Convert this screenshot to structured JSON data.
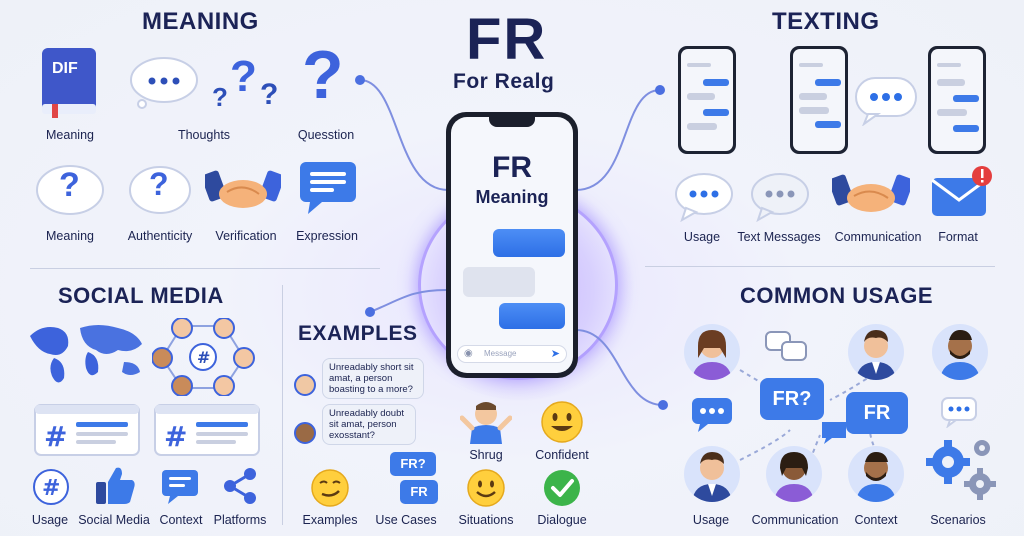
{
  "header": {
    "title": "FR",
    "subtitle": "For Realg"
  },
  "phone": {
    "title": "FR",
    "subtitle": "Meaning",
    "input_placeholder": "Message"
  },
  "meaning": {
    "title": "MEANING",
    "book_text": "DIF",
    "labels": [
      "Meaning",
      "Thoughts",
      "Quesstion",
      "Meaning",
      "Authenticity",
      "Verification",
      "Expression"
    ]
  },
  "texting": {
    "title": "TEXTING",
    "labels": [
      "Usage",
      "Text Messages",
      "Communication",
      "Format"
    ]
  },
  "social": {
    "title": "SOCIAL MEDIA",
    "labels": [
      "Usage",
      "Social Media",
      "Context",
      "Platforms"
    ]
  },
  "examples": {
    "title": "EXAMPLES",
    "items": [
      "Unreadably short sit amat, a person boasting to a more?",
      "Unreadably doubt sit amat, person exosstant?"
    ],
    "badge1": "FR?",
    "badge2": "FR",
    "labels": [
      "Shrug",
      "Confident",
      "Examples",
      "Use Cases",
      "Situations",
      "Dialogue"
    ]
  },
  "common": {
    "title": "COMMON USAGE",
    "badge1": "FR?",
    "badge2": "FR",
    "labels": [
      "Usage",
      "Communication",
      "Context",
      "Scenarios"
    ]
  },
  "colors": {
    "primary": "#2d6fe6",
    "navy": "#1b2356",
    "accent": "#8b5cf6"
  }
}
